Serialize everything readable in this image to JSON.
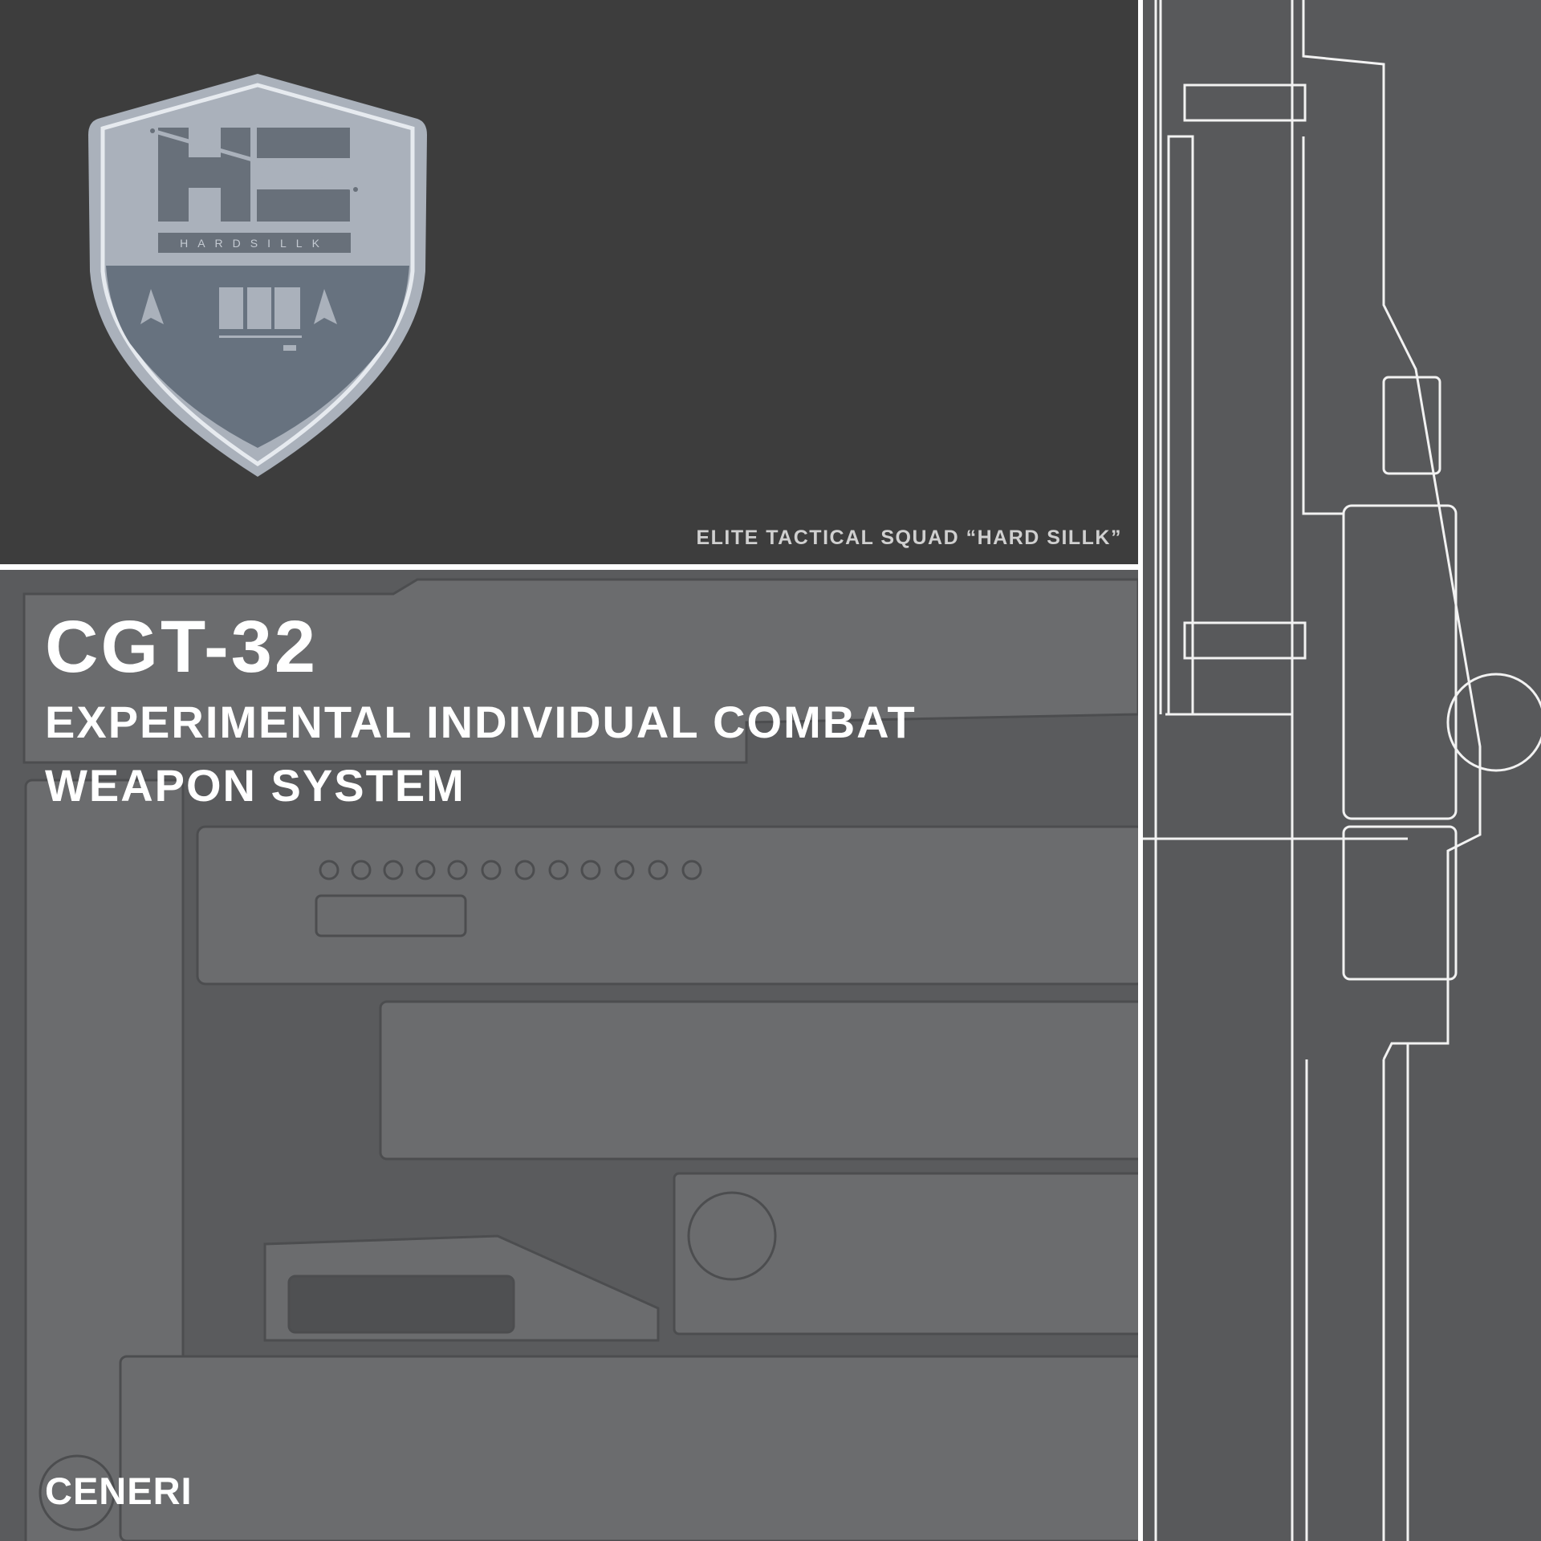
{
  "emblem": {
    "monogram": "HS",
    "wordmark": "HARDSILLK",
    "colors": {
      "light": "#aab1bb",
      "dark": "#68707a",
      "lower": "#67727f",
      "rim": "#e6eaef"
    }
  },
  "tagline": "ELITE TACTICAL SQUAD “HARD SILLK”",
  "title": "CGT-32",
  "subtitle_lines": [
    "EXPERIMENTAL INDIVIDUAL COMBAT",
    "WEAPON SYSTEM"
  ],
  "author": "CENERI",
  "colors": {
    "top_panel": "#3d3d3d",
    "bottom_panel": "#5a5b5d",
    "right_panel": "#58595b",
    "divider": "#ffffff"
  }
}
